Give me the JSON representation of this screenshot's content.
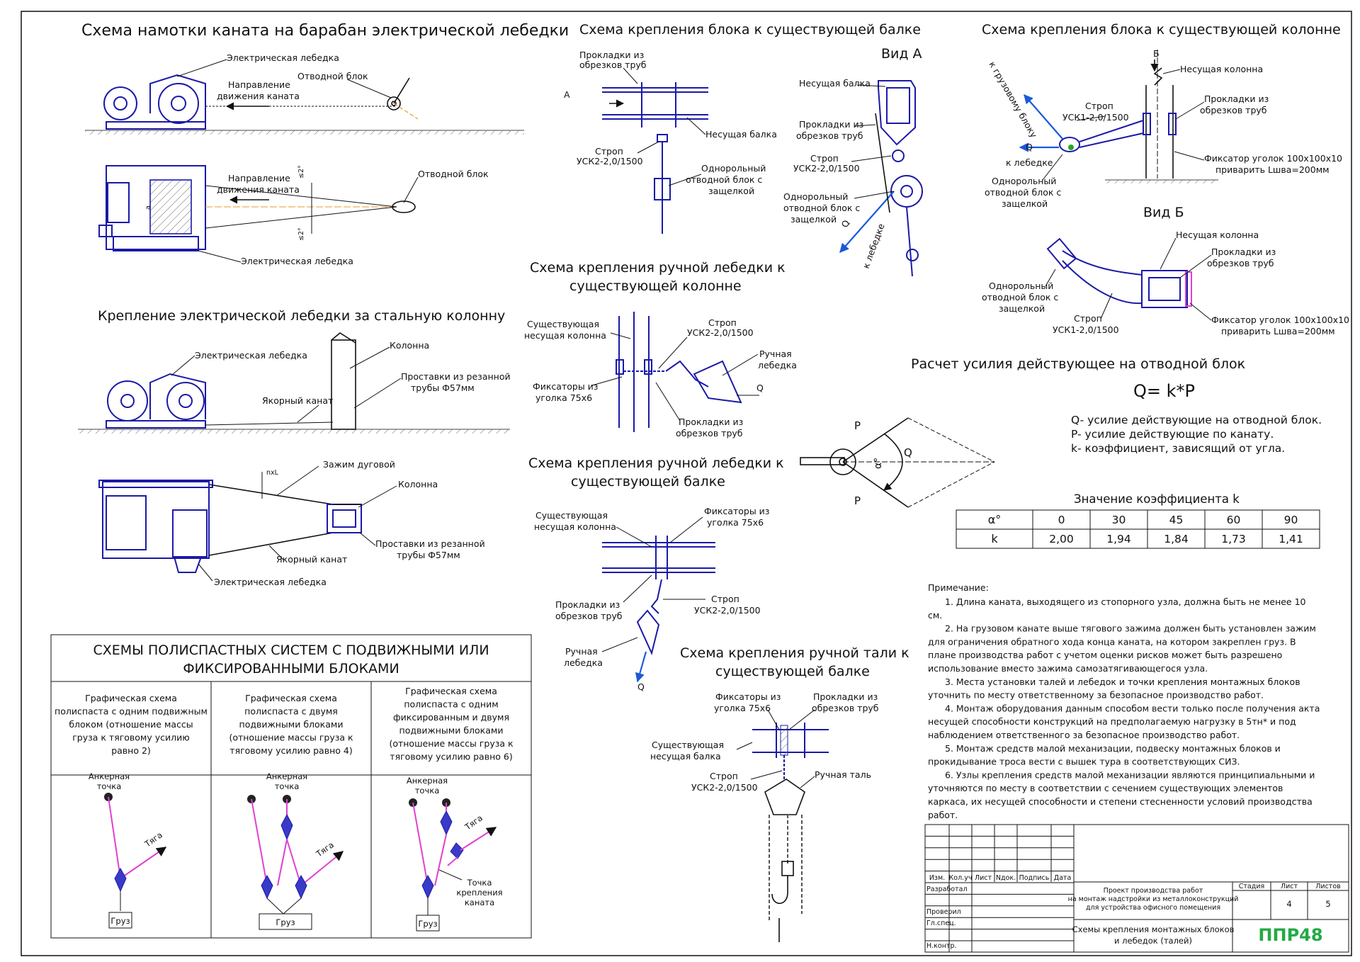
{
  "titles": {
    "winding": "Схема намотки каната на барабан электрической  лебедки",
    "beam_block": "Схема крепления блока к существующей балке",
    "column_block": "Схема крепления блока к существующей колонне",
    "view_a": "Вид А",
    "view_b": "Вид Б",
    "manual_winch_column_1": "Схема крепления ручной лебедки к",
    "manual_winch_column_2": "существующей колонне",
    "winch_steel_column": "Крепление электрической лебедки за стальную колонну",
    "manual_winch_beam_1": "Схема крепления ручной лебедки к",
    "manual_winch_beam_2": "существующей балке",
    "force_calc": "Расчет усилия действующее на отводной блок",
    "chain_hoist_1": "Схема крепления ручной тали к",
    "chain_hoist_2": "существующей балке"
  },
  "labels": {
    "electric_winch": "Электрическая лебедка",
    "direction_1": "Направление",
    "direction_2": "движения каната",
    "diverting_block": "Отводной блок",
    "pads_1": "Прокладки из",
    "pads_2": "обрезков труб",
    "bearing_beam": "Несущая балка",
    "bearing_column": "Несущая колонна",
    "sling": "Строп",
    "sling_usk2": "УСК2-2,0/1500",
    "sling_usk1": "УСК1-2,0/1500",
    "single_block_1": "Однорольный",
    "single_block_2": "отводной блок с",
    "single_block_3": "защелкой",
    "to_load_block": "к грузовому блоку",
    "to_winch": "к лебедке",
    "fixator_1": "Фиксатор уголок 100х100х10",
    "fixator_2": "приварить Lшва=200мм",
    "q": "Q",
    "b": "Б",
    "a": "А",
    "existing_column_1": "Существующая",
    "existing_column_2": "несущая колонна",
    "existing_beam_2": "несущая балка",
    "fixators_1": "Фиксаторы из",
    "fixators_2": "уголка 75х6",
    "manual_winch_1": "Ручная",
    "manual_winch_2": "лебедка",
    "column": "Колонна",
    "spacers_1": "Проставки из резанной",
    "spacers_2": "трубы Ф57мм",
    "anchor_rope": "Якорный канат",
    "clamp": "Зажим дуговой",
    "nxl": "nxL",
    "manual_hoist": "Ручная таль",
    "angle_2": "≤2°",
    "dim_a": "а"
  },
  "formula": {
    "main": "Q= k*P",
    "p": "P",
    "alpha": "α°",
    "legend_q": "Q- усилие действующие на отводной блок.",
    "legend_p": "P- усилие действующие по канату.",
    "legend_k": "k- коэффициент, зависящий от угла."
  },
  "k_table": {
    "caption": "Значение коэффициента k",
    "row_alpha_label": "α°",
    "row_k_label": "k",
    "alpha": [
      "0",
      "30",
      "45",
      "60",
      "90"
    ],
    "k": [
      "2,00",
      "1,94",
      "1,84",
      "1,73",
      "1,41"
    ]
  },
  "polyspast": {
    "title_1": "СХЕМЫ ПОЛИСПАСТНЫХ СИСТЕМ С ПОДВИЖНЫМИ ИЛИ",
    "title_2": "ФИКСИРОВАННЫМИ БЛОКАМИ",
    "col1": [
      "Графическая схема",
      "полиспаста с одним подвижным",
      "блоком (отношение массы",
      "груза к тяговому усилию",
      "равно 2)"
    ],
    "col2": [
      "Графическая схема",
      "полиспаста с двумя",
      "подвижными блоками",
      "(отношение массы груза к",
      "тяговому усилию равно 4)"
    ],
    "col3": [
      "Графическая схема",
      "полиспаста с одним",
      "фиксированным и двумя",
      "подвижными блоками",
      "(отношение массы груза к",
      "тяговому усилию равно 6)"
    ],
    "anchor_1": "Анкерная",
    "anchor_2": "точка",
    "pull": "Тяга",
    "load": "Груз",
    "rope_point_1": "Точка",
    "rope_point_2": "крепления",
    "rope_point_3": "каната"
  },
  "notes": {
    "heading": "Примечание:",
    "lines": [
      "1. Длина каната, выходящего из стопорного узла, должна быть не менее 10",
      "см.",
      "2. На грузовом канате выше тягового зажима должен быть установлен зажим",
      "для ограничения обратного хода конца каната, на котором закреплен груз. В",
      "плане производства работ с учетом оценки рисков может быть разрешено",
      "использование вместо зажима самозатягивающегося узла.",
      "3. Места установки талей и лебедок и точки крепления монтажных блоков",
      "уточнить по месту ответственному за безопасное производство работ.",
      "4. Монтаж оборудования данным способом вести только после получения акта",
      "несущей способности конструкций на предполагаемую нагрузку в 5тн* и под",
      "наблюдением ответственного за безопасное производство работ.",
      "5. Монтаж средств малой механизации, подвеску монтажных блоков и",
      "прокидывание троса вести с вышек тура в соответствующих СИЗ.",
      "6. Узлы крепления средств малой механизации являются принципиальными и",
      "уточняются по месту в соответствии с сечением существующих элементов",
      "каркаса, их несущей способности и степени стесненности условий производства",
      "работ."
    ]
  },
  "stamp": {
    "cols": [
      "Изм.",
      "Кол.уч",
      "Лист",
      "Nдок.",
      "Подпись",
      "Дата"
    ],
    "rows": [
      "Разработал",
      "Проверил",
      "Гл.спец.",
      "Н.контр."
    ],
    "project_1": "Проект производства работ",
    "project_2": "на монтаж надстройки из металлоконструкций",
    "project_3": "для устройства офисного помещения",
    "stage": "Стадия",
    "sheet": "Лист",
    "sheets": "Листов",
    "sheet_no": "4",
    "sheets_no": "5",
    "doc_title_1": "Схемы крепления монтажных блоков",
    "doc_title_2": "и лебедок (талей)",
    "logo": "ППР48",
    "logo_color": "#22aa44"
  }
}
